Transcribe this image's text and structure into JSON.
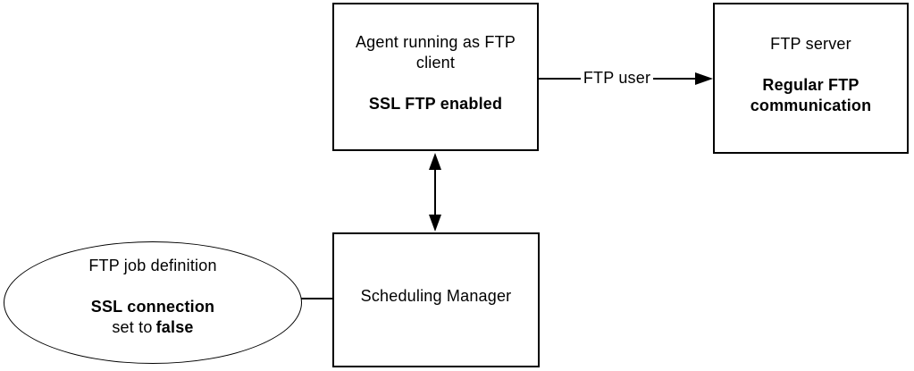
{
  "diagram": {
    "agent_box": {
      "title": "Agent running as FTP client",
      "subtitle": "SSL FTP enabled"
    },
    "ftp_server_box": {
      "title": "FTP server",
      "subtitle": "Regular FTP communication"
    },
    "scheduling_box": {
      "title": "Scheduling Manager"
    },
    "job_ellipse": {
      "title": "FTP job definition",
      "ssl_line": "SSL connection",
      "set_prefix": "set to",
      "set_value": "false"
    },
    "connections": {
      "ftp_user_label": "FTP user"
    },
    "colors": {
      "background": "#ffffff",
      "line": "#000000",
      "text": "#000000"
    }
  }
}
